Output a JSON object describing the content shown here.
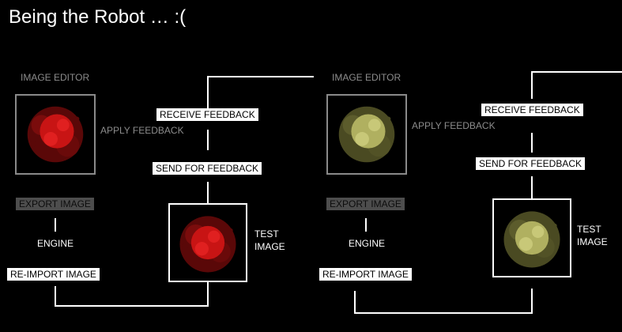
{
  "slide": {
    "title": "Being the Robot … :("
  },
  "colors": {
    "background": "#000000",
    "line": "#ffffff",
    "label_gray": "#8c8c8c",
    "export_box": "#4d4d4d",
    "blob_red": "#c81414",
    "blob_red_dark": "#5a0808",
    "blob_olive": "#b0b060",
    "blob_olive_dark": "#4a4a22"
  },
  "left_loop": {
    "image_editor": "IMAGE EDITOR",
    "apply_feedback": "APPLY FEEDBACK",
    "export_image": "EXPORT IMAGE",
    "engine": "ENGINE",
    "reimport_image": "RE-IMPORT IMAGE",
    "receive_feedback": "RECEIVE FEEDBACK",
    "send_for_feedback": "SEND FOR FEEDBACK",
    "test_image": "TEST IMAGE"
  },
  "right_loop": {
    "image_editor": "IMAGE EDITOR",
    "apply_feedback": "APPLY FEEDBACK",
    "export_image": "EXPORT IMAGE",
    "engine": "ENGINE",
    "reimport_image": "RE-IMPORT IMAGE",
    "receive_feedback": "RECEIVE FEEDBACK",
    "send_for_feedback": "SEND FOR FEEDBACK",
    "test_image": "TEST IMAGE"
  }
}
